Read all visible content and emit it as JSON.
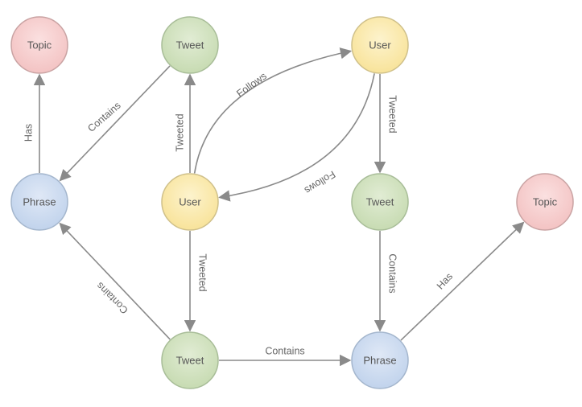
{
  "graph": {
    "nodes": [
      {
        "id": "topic1",
        "label": "Topic",
        "kind": "topic"
      },
      {
        "id": "tweet1",
        "label": "Tweet",
        "kind": "tweet"
      },
      {
        "id": "user1",
        "label": "User",
        "kind": "user"
      },
      {
        "id": "phrase1",
        "label": "Phrase",
        "kind": "phrase"
      },
      {
        "id": "user2",
        "label": "User",
        "kind": "user"
      },
      {
        "id": "tweet2",
        "label": "Tweet",
        "kind": "tweet"
      },
      {
        "id": "topic2",
        "label": "Topic",
        "kind": "topic"
      },
      {
        "id": "tweet3",
        "label": "Tweet",
        "kind": "tweet"
      },
      {
        "id": "phrase2",
        "label": "Phrase",
        "kind": "phrase"
      }
    ],
    "edges": [
      {
        "id": "e1",
        "from": "phrase1",
        "to": "topic1",
        "label": "Has"
      },
      {
        "id": "e2",
        "from": "tweet1",
        "to": "phrase1",
        "label": "Contains"
      },
      {
        "id": "e3",
        "from": "user2",
        "to": "tweet1",
        "label": "Tweeted"
      },
      {
        "id": "e4",
        "from": "user2",
        "to": "user1",
        "label": "Follows"
      },
      {
        "id": "e5",
        "from": "user1",
        "to": "user2",
        "label": "Follows"
      },
      {
        "id": "e6",
        "from": "user1",
        "to": "tweet2",
        "label": "Tweeted"
      },
      {
        "id": "e7",
        "from": "user2",
        "to": "tweet3",
        "label": "Tweeted"
      },
      {
        "id": "e8",
        "from": "tweet3",
        "to": "phrase1",
        "label": "Contains"
      },
      {
        "id": "e9",
        "from": "tweet3",
        "to": "phrase2",
        "label": "Contains"
      },
      {
        "id": "e10",
        "from": "tweet2",
        "to": "phrase2",
        "label": "Contains"
      },
      {
        "id": "e11",
        "from": "phrase2",
        "to": "topic2",
        "label": "Has"
      }
    ]
  },
  "colors": {
    "topic": {
      "fill": "#f6c9c9",
      "stroke": "#c9a3a3"
    },
    "tweet": {
      "fill": "#cfe1bd",
      "stroke": "#a8bd98"
    },
    "user": {
      "fill": "#fbe9a9",
      "stroke": "#cfc08a"
    },
    "phrase": {
      "fill": "#c9d9ef",
      "stroke": "#a4b6cd"
    },
    "edge": "#8a8a8a",
    "label": "#666666"
  }
}
